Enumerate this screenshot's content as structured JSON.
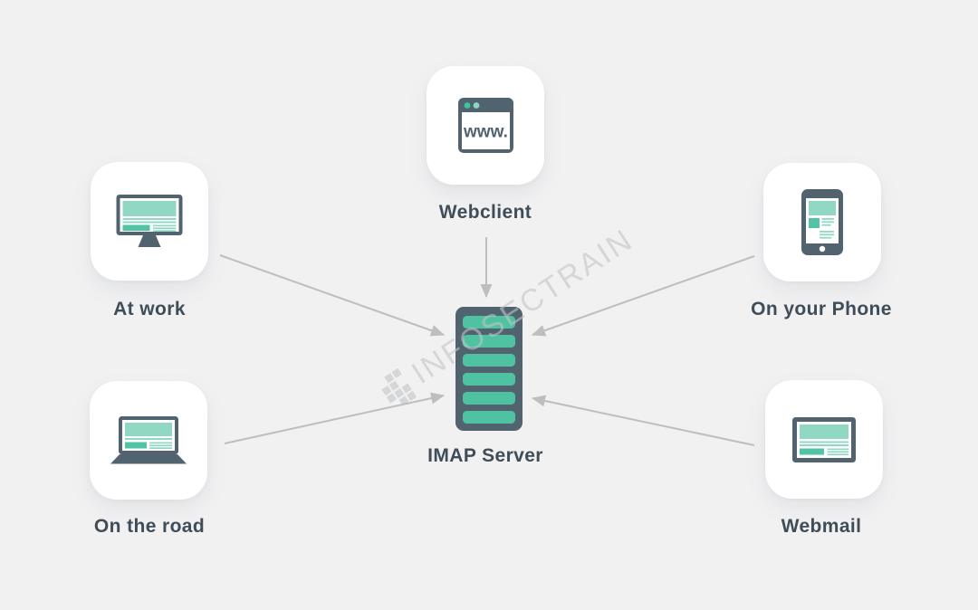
{
  "watermark": {
    "text": "INFOSECTRAIN",
    "logo": "pixel-grid-logo"
  },
  "center_node": {
    "id": "imap-server",
    "label": "IMAP Server",
    "icon": "server-icon"
  },
  "nodes": [
    {
      "id": "webclient",
      "label": "Webclient",
      "icon": "browser-icon",
      "browser_text": "www."
    },
    {
      "id": "at-work",
      "label": "At work",
      "icon": "desktop-monitor-icon"
    },
    {
      "id": "on-your-phone",
      "label": "On your Phone",
      "icon": "smartphone-icon"
    },
    {
      "id": "on-the-road",
      "label": "On the road",
      "icon": "laptop-icon"
    },
    {
      "id": "webmail",
      "label": "Webmail",
      "icon": "tablet-screen-icon"
    }
  ],
  "connections": [
    {
      "from": "webclient",
      "to": "imap-server"
    },
    {
      "from": "at-work",
      "to": "imap-server"
    },
    {
      "from": "on-your-phone",
      "to": "imap-server"
    },
    {
      "from": "on-the-road",
      "to": "imap-server"
    },
    {
      "from": "webmail",
      "to": "imap-server"
    }
  ],
  "colors": {
    "background": "#f1f1f2",
    "card": "#ffffff",
    "slate": "#526370",
    "label_text": "#3f4d59",
    "teal": "#4fc3a1",
    "teal_light": "#90d8c3",
    "teal_mid": "#52c4a5",
    "arrow": "#bebebe",
    "watermark": "#c2c5c7"
  }
}
